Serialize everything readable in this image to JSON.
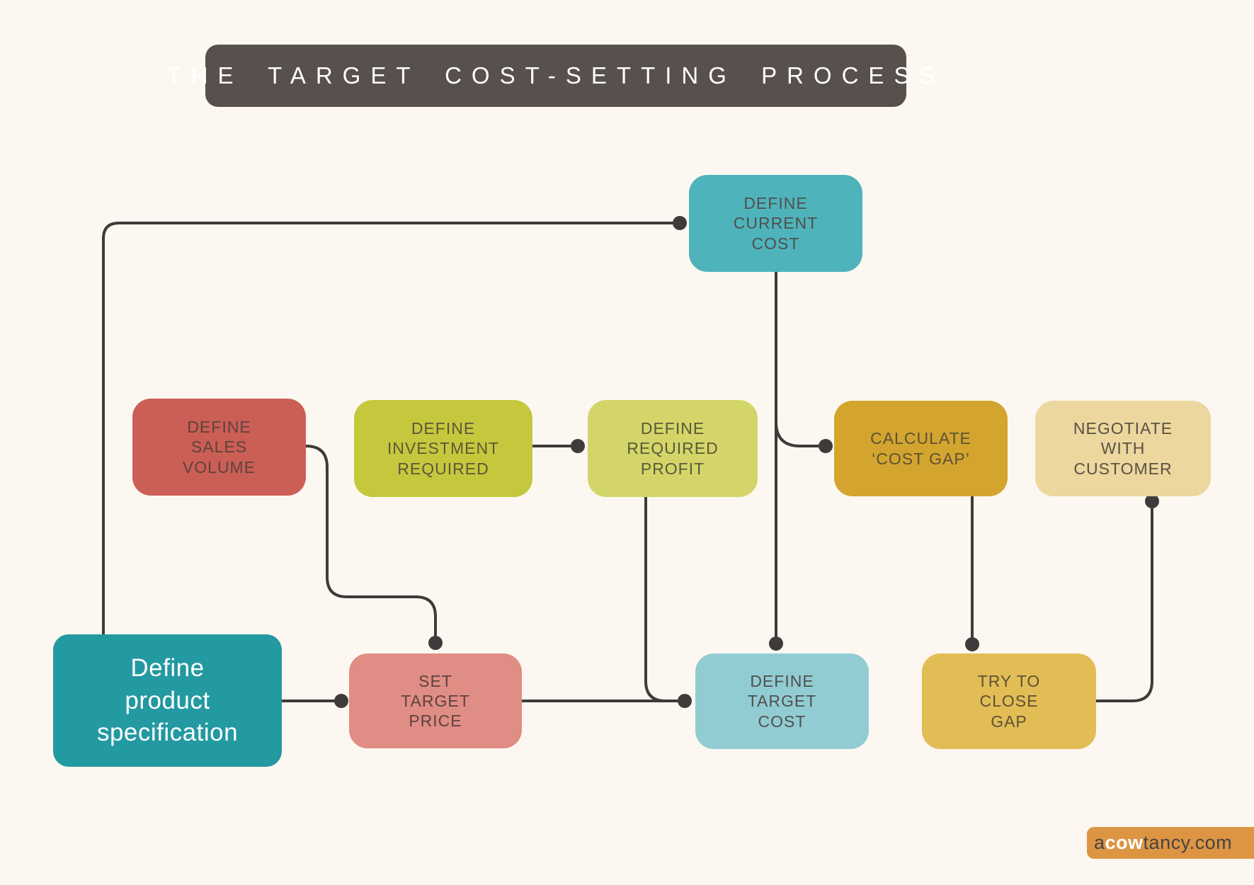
{
  "canvas": {
    "background": "#fcf8f1",
    "connector_color": "#3f3b3a"
  },
  "title_bar": {
    "text": "THE TARGET COST-SETTING PROCESS",
    "background": "#57504d",
    "text_color": "#ffffff"
  },
  "nodes": {
    "current_cost": {
      "label": "DEFINE\nCURRENT\nCOST",
      "color": "#4fb3bc",
      "text_color": "#50504c"
    },
    "sales_volume": {
      "label": "DEFINE\nSALES\nVOLUME",
      "color": "#cb5f55",
      "text_color": "#5d423d"
    },
    "investment_required": {
      "label": "DEFINE\nINVESTMENT\nREQUIRED",
      "color": "#c5c83d",
      "text_color": "#5c5839"
    },
    "required_profit": {
      "label": "DEFINE\nREQUIRED\nPROFIT",
      "color": "#d4d569",
      "text_color": "#5c5839"
    },
    "cost_gap": {
      "label": "CALCULATE\n‘COST GAP’",
      "color": "#d3a52e",
      "text_color": "#5d5136"
    },
    "negotiate": {
      "label": "NEGOTIATE\nWITH\nCUSTOMER",
      "color": "#ecd79f",
      "text_color": "#5a5143"
    },
    "product_spec": {
      "label": "Define\nproduct\nspecification",
      "color": "#2399a1",
      "text_color": "#ffffff"
    },
    "target_price": {
      "label": "SET\nTARGET\nPRICE",
      "color": "#e08d85",
      "text_color": "#5d423d"
    },
    "target_cost": {
      "label": "DEFINE\nTARGET\nCOST",
      "color": "#92ccd3",
      "text_color": "#50504c"
    },
    "close_gap": {
      "label": "TRY TO\nCLOSE\nGAP",
      "color": "#e2bd55",
      "text_color": "#5d5136"
    }
  },
  "branding": {
    "prefix": "a",
    "highlight": "cow",
    "suffix": "tancy.com",
    "background": "#dd9544",
    "prefix_color": "#474340",
    "highlight_color": "#ffffff",
    "suffix_color": "#474340"
  }
}
